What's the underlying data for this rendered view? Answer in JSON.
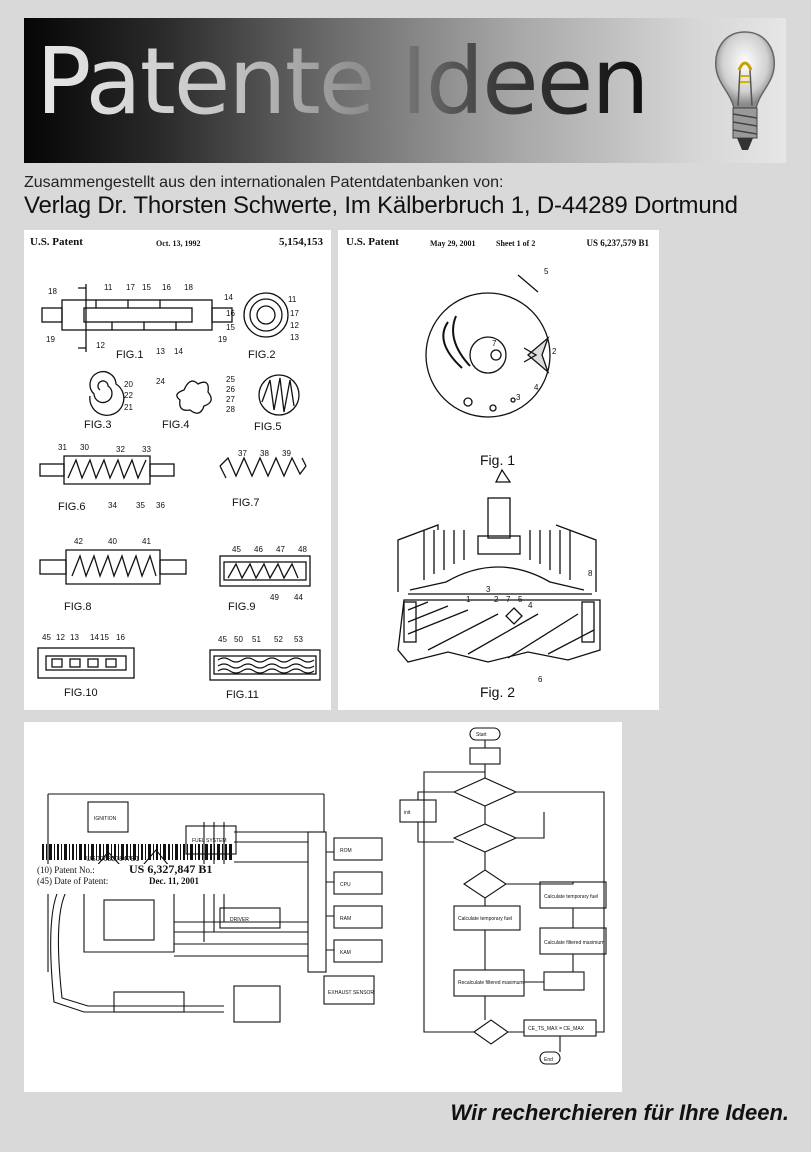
{
  "banner": {
    "title": "Patente Ideen",
    "icon": "light-bulb-icon"
  },
  "subline": "Zusammengestellt aus den internationalen Patentdatenbanken von:",
  "publisher": "Verlag Dr. Thorsten Schwerte, Im Kälberbruch 1, D-44289 Dortmund",
  "patent1": {
    "header_left": "U.S. Patent",
    "header_date": "Oct. 13, 1992",
    "header_number": "5,154,153",
    "figures": [
      "FIG.1",
      "FIG.2",
      "FIG.3",
      "FIG.4",
      "FIG.5",
      "FIG.6",
      "FIG.7",
      "FIG.8",
      "FIG.9",
      "FIG.10",
      "FIG.11"
    ]
  },
  "patent2": {
    "header_left": "U.S. Patent",
    "header_date": "May 29, 2001",
    "header_sheet": "Sheet 1 of 2",
    "header_number": "US 6,237,579 B1",
    "fig1": "Fig. 1",
    "fig2": "Fig. 2"
  },
  "patent3": {
    "barcode_text": "US006327847B1",
    "patent_no_label": "(10) Patent No.:",
    "patent_no": "US 6,327,847 B1",
    "date_label": "(45) Date of Patent:",
    "date": "Dec. 11, 2001"
  },
  "footer": "Wir recherchieren für Ihre Ideen."
}
